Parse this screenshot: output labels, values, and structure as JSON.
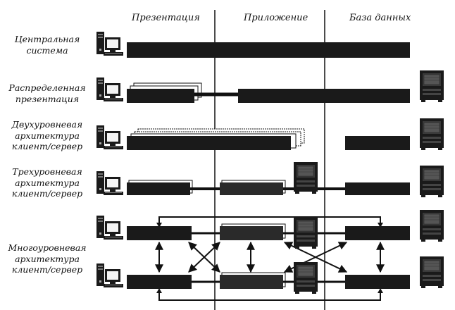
{
  "columns": {
    "presentation": "Презентация",
    "application": "Приложение",
    "database": "База данных"
  },
  "rows": [
    {
      "line1": "Центральная",
      "line2": "система",
      "line3": ""
    },
    {
      "line1": "Распределенная",
      "line2": "презентация",
      "line3": ""
    },
    {
      "line1": "Двухуровневая",
      "line2": "архитектура",
      "line3": "клиент/сервер"
    },
    {
      "line1": "Трехуровневая",
      "line2": "архитектура",
      "line3": "клиент/сервер"
    },
    {
      "line1": "Многоуровневая",
      "line2": "архитектура",
      "line3": "клиент/сервер"
    }
  ],
  "colors": {
    "ink": "#111111",
    "block": "#1a1a1a",
    "screen": "#f4f4f4"
  },
  "icons": {
    "client": "desktop-computer-icon",
    "server": "server-tower-icon"
  }
}
